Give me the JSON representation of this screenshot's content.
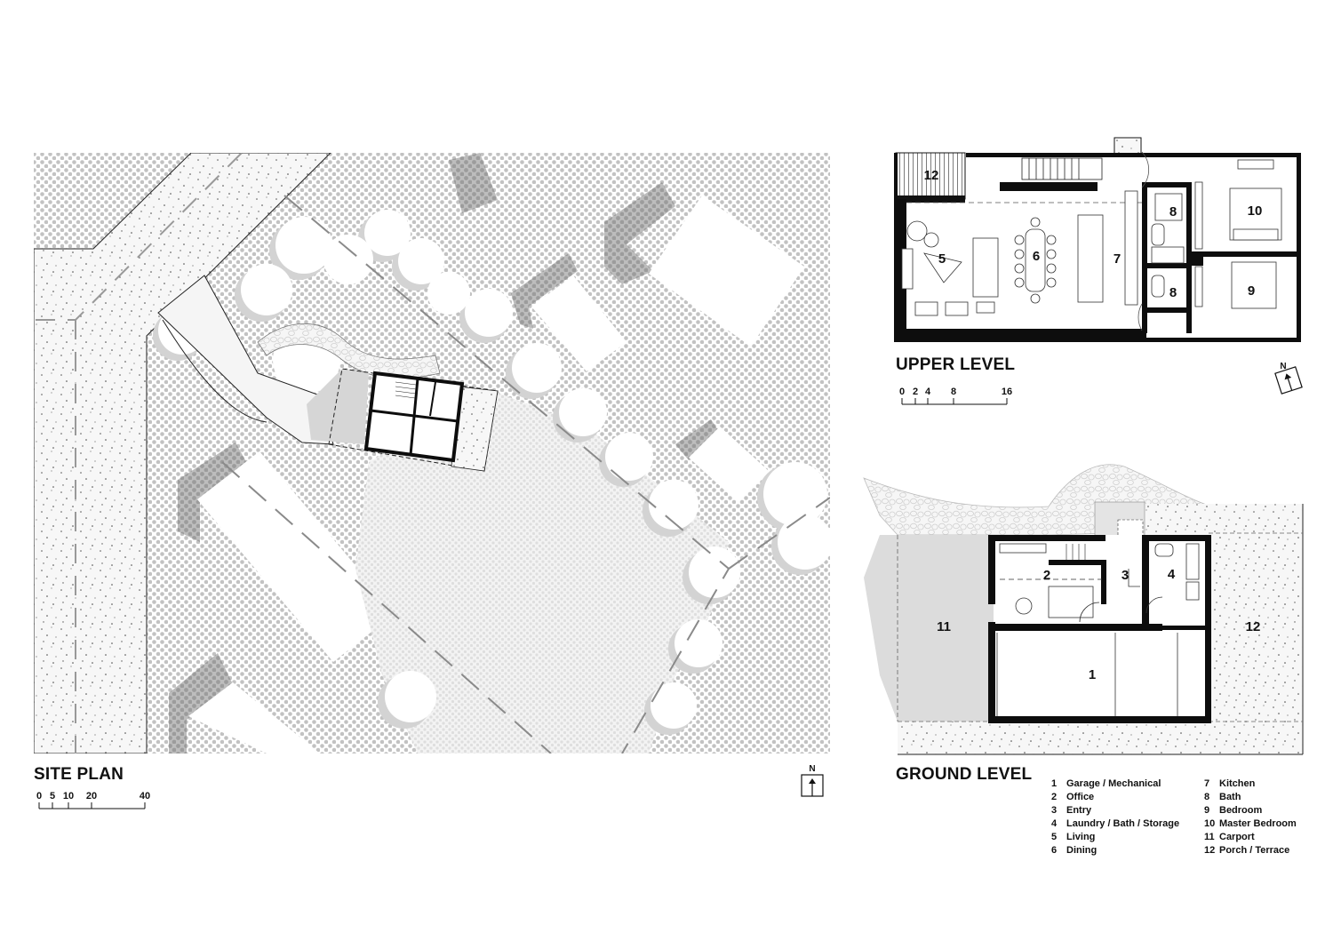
{
  "site_plan": {
    "title": "SITE PLAN",
    "scale_labels": [
      "0",
      "5",
      "10",
      "20",
      "40"
    ],
    "north_label": "N"
  },
  "upper_level": {
    "title": "UPPER LEVEL",
    "scale_labels": [
      "0",
      "2",
      "4",
      "8",
      "16"
    ],
    "north_label": "N",
    "rooms": [
      "12",
      "5",
      "6",
      "7",
      "8",
      "8",
      "10",
      "9"
    ]
  },
  "ground_level": {
    "title": "GROUND LEVEL",
    "rooms": [
      "11",
      "2",
      "3",
      "4",
      "1",
      "12"
    ]
  },
  "legend": {
    "left": [
      {
        "num": "1",
        "label": "Garage / Mechanical"
      },
      {
        "num": "2",
        "label": "Office"
      },
      {
        "num": "3",
        "label": "Entry"
      },
      {
        "num": "4",
        "label": "Laundry / Bath / Storage"
      },
      {
        "num": "5",
        "label": "Living"
      },
      {
        "num": "6",
        "label": "Dining"
      }
    ],
    "right": [
      {
        "num": "7",
        "label": "Kitchen"
      },
      {
        "num": "8",
        "label": "Bath"
      },
      {
        "num": "9",
        "label": "Bedroom"
      },
      {
        "num": "10",
        "label": "Master Bedroom"
      },
      {
        "num": "11",
        "label": "Carport"
      },
      {
        "num": "12",
        "label": "Porch / Terrace"
      }
    ]
  },
  "colors": {
    "wall": "#0d0d0d",
    "dots": "#bdbdbd",
    "shadow": "#a9a9a9",
    "lawn": "#e6e6e6",
    "gravel": "#f2f2f2"
  }
}
